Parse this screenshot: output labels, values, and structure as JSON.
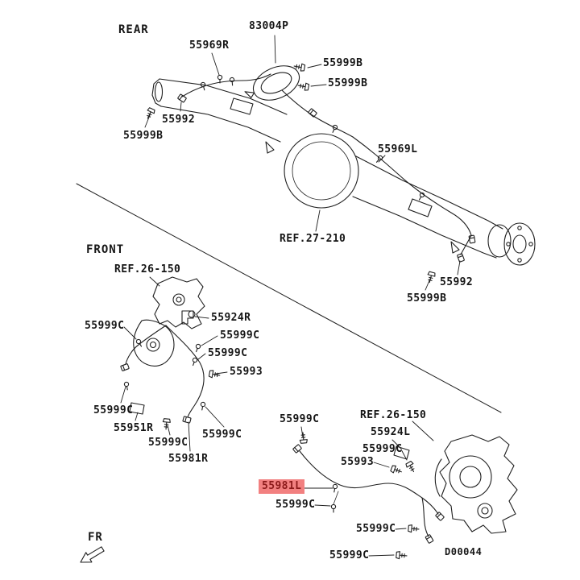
{
  "page": {
    "drawing_code": "D00044",
    "highlight_color": "#f28080",
    "highlight_text_color": "#8c1a1a",
    "line_color": "#1f1f1f"
  },
  "section_labels": {
    "rear": "REAR",
    "front": "FRONT",
    "fr": "FR"
  },
  "labels": [
    {
      "text": "83004P"
    },
    {
      "text": "55969R"
    },
    {
      "text": "55999B"
    },
    {
      "text": "55999B"
    },
    {
      "text": "55992"
    },
    {
      "text": "55999B"
    },
    {
      "text": "55969L"
    },
    {
      "text": "REF.27-210"
    },
    {
      "text": "55992"
    },
    {
      "text": "55999B"
    },
    {
      "text": "REF.26-150"
    },
    {
      "text": "55924R"
    },
    {
      "text": "55999C"
    },
    {
      "text": "55999C"
    },
    {
      "text": "55999C"
    },
    {
      "text": "55993"
    },
    {
      "text": "55999C"
    },
    {
      "text": "55951R"
    },
    {
      "text": "55999C"
    },
    {
      "text": "55999C"
    },
    {
      "text": "55981R"
    },
    {
      "text": "55999C"
    },
    {
      "text": "REF.26-150"
    },
    {
      "text": "55924L"
    },
    {
      "text": "55999C"
    },
    {
      "text": "55993"
    },
    {
      "text": "55981L"
    },
    {
      "text": "55999C"
    },
    {
      "text": "55999C"
    },
    {
      "text": "55999C"
    }
  ]
}
